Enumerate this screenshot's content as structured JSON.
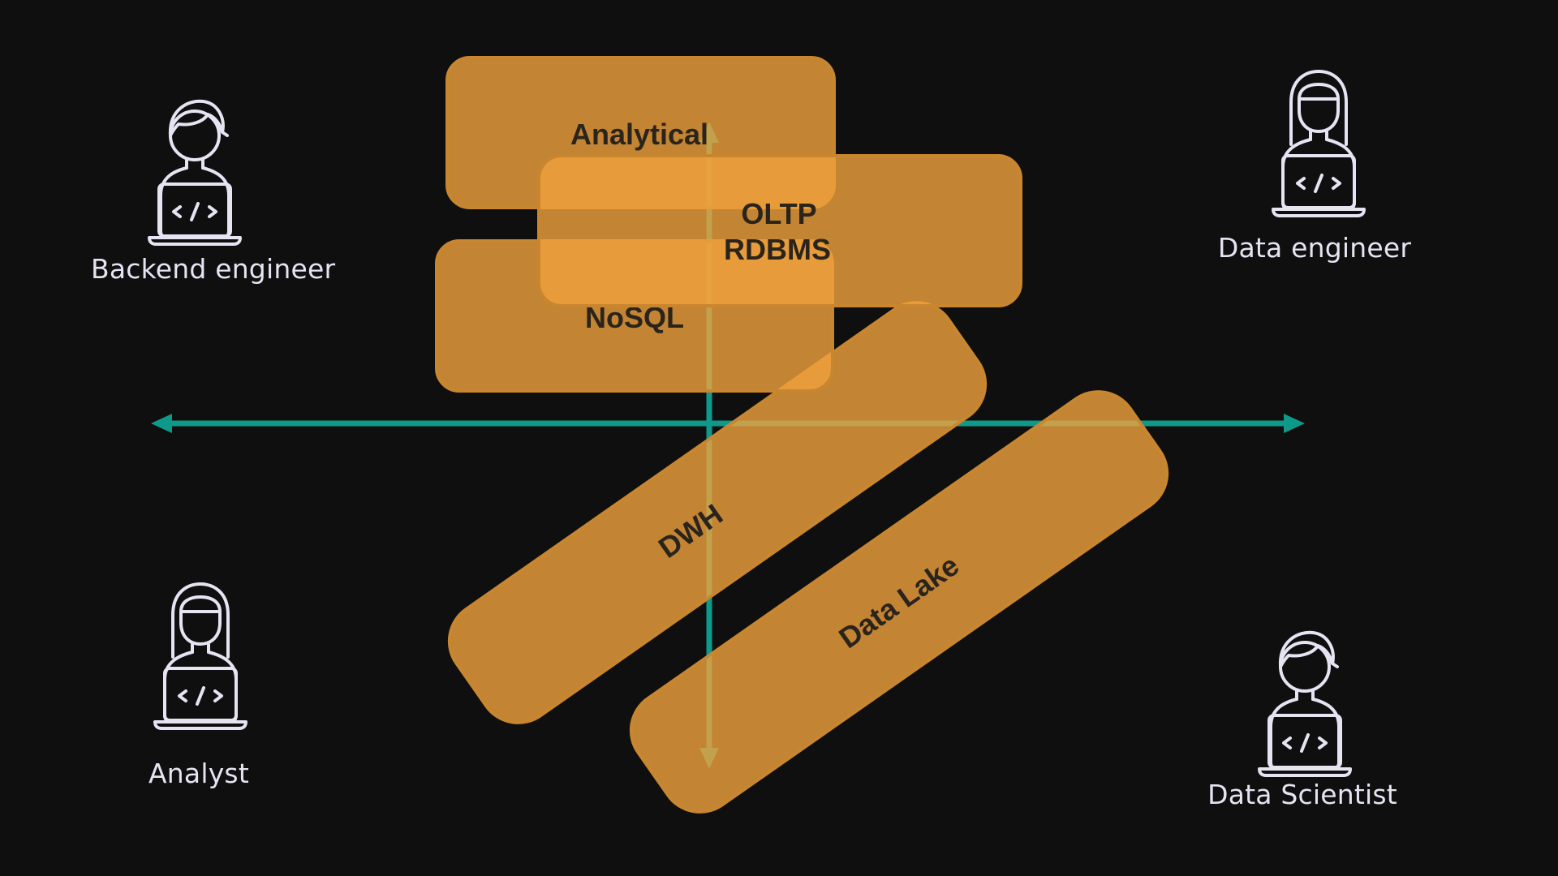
{
  "colors": {
    "background": "#0f0f0f",
    "box_fill": "#f0a13c",
    "box_stroke": "#c8862f",
    "axis": "#0e9a8a",
    "person_stroke": "#e6e3f2",
    "label": "#2a241c"
  },
  "personas": {
    "top_left": {
      "label": "Backend engineer",
      "icon": "male-developer-icon"
    },
    "top_right": {
      "label": "Data engineer",
      "icon": "female-developer-icon"
    },
    "bottom_left": {
      "label": "Analyst",
      "icon": "female-developer-icon"
    },
    "bottom_right": {
      "label": "Data Scientist",
      "icon": "male-developer-icon"
    }
  },
  "categories": {
    "analytical": "Analytical",
    "oltp_line1": "OLTP",
    "oltp_line2": "RDBMS",
    "nosql": "NoSQL",
    "dwh": "DWH",
    "data_lake": "Data Lake"
  }
}
